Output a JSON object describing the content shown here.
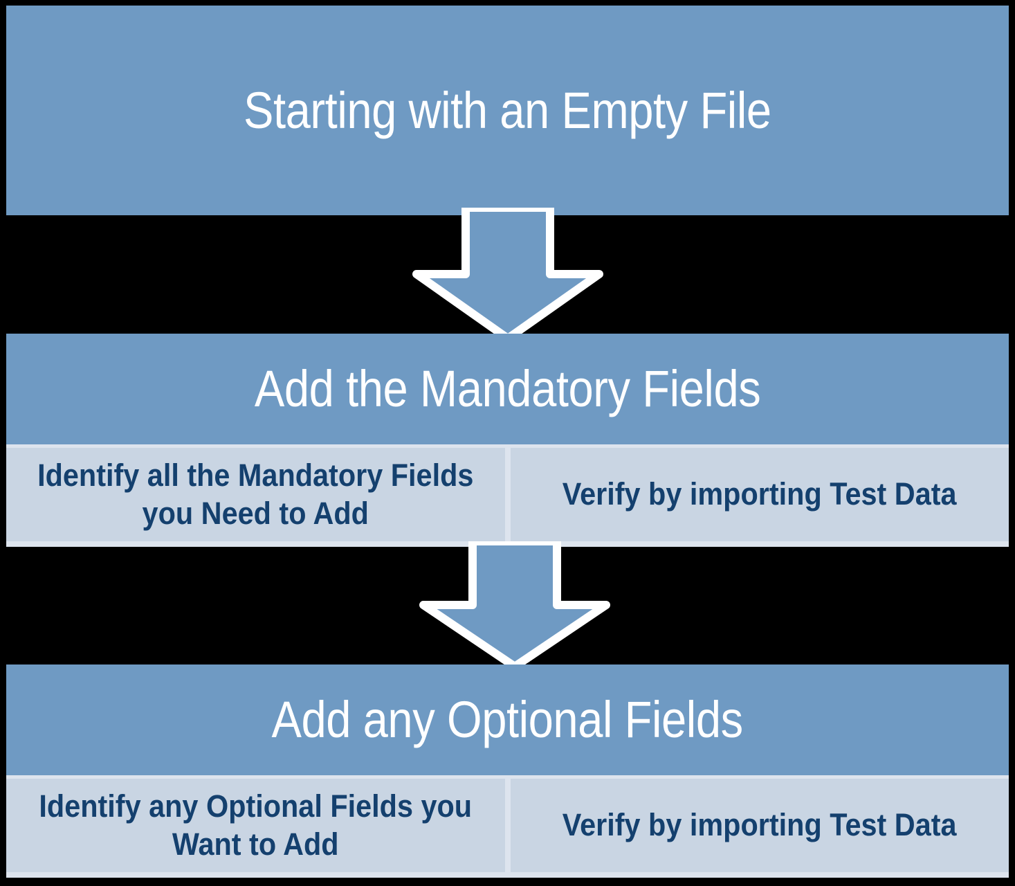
{
  "diagram": {
    "title": "File building process flow",
    "type": "vertical-process-flow",
    "colors": {
      "header_fill": "#6F9AC3",
      "header_text": "#FFFFFF",
      "sub_fill": "#C9D5E3",
      "sub_gap_fill": "#DDE4EE",
      "sub_text": "#14406E",
      "background": "#000000",
      "arrow_fill": "#6F9AC3",
      "arrow_outline": "#FFFFFF"
    },
    "stages": [
      {
        "id": "stage-1",
        "header": "Starting with an Empty File",
        "substeps": []
      },
      {
        "id": "stage-2",
        "header": "Add the Mandatory Fields",
        "substeps": [
          "Identify all the Mandatory Fields you Need to Add",
          "Verify by importing Test Data"
        ]
      },
      {
        "id": "stage-3",
        "header": "Add any Optional Fields",
        "substeps": [
          "Identify any Optional Fields you Want to Add",
          "Verify by importing Test Data"
        ]
      }
    ],
    "connectors": [
      {
        "id": "arrow-1",
        "from": "stage-1",
        "to": "stage-2",
        "shape": "down-arrow"
      },
      {
        "id": "arrow-2",
        "from": "stage-2",
        "to": "stage-3",
        "shape": "down-arrow"
      }
    ]
  }
}
